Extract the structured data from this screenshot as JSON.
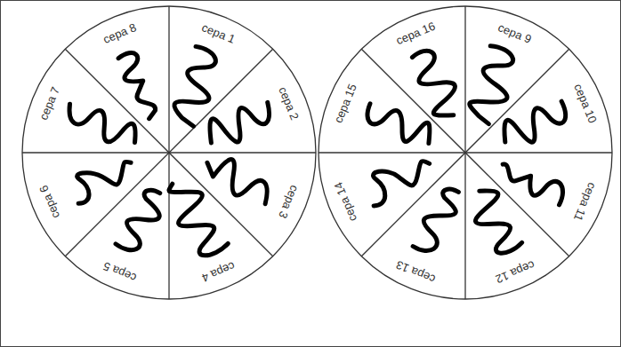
{
  "diagram": {
    "labels": [
      "cepa 1",
      "cepa 2",
      "cepa 3",
      "cepa 4",
      "cepa 5",
      "cepa 6",
      "cepa 7",
      "cepa 8",
      "cepa 9",
      "cepa 10",
      "cepa 11",
      "cepa 12",
      "cepa 13",
      "cepa 14",
      "cepa 15",
      "cepa 16"
    ]
  }
}
